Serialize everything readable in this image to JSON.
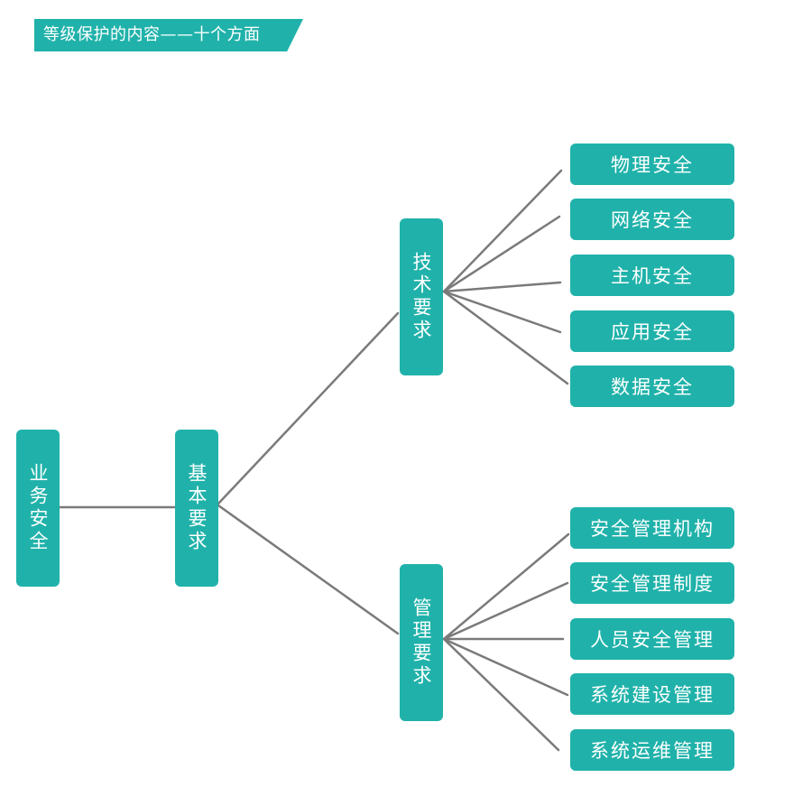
{
  "header": {
    "title": "等级保护的内容——十个方面"
  },
  "colors": {
    "node_fill": "#20b2aa",
    "node_text": "#ffffff",
    "connector": "#7a7a7a"
  },
  "nodes": {
    "root": "业务安全",
    "basic": "基本要求",
    "tech": "技术要求",
    "mgmt": "管理要求",
    "tech_items": [
      "物理安全",
      "网络安全",
      "主机安全",
      "应用安全",
      "数据安全"
    ],
    "mgmt_items": [
      "安全管理机构",
      "安全管理制度",
      "人员安全管理",
      "系统建设管理",
      "系统运维管理"
    ]
  }
}
